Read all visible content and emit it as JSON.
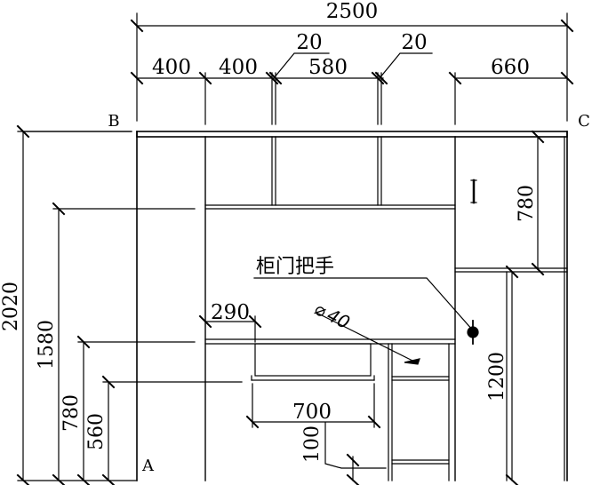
{
  "dimensions": {
    "overall_width": "2500",
    "top_row": [
      "400",
      "400",
      "580",
      "660"
    ],
    "gaps": [
      "20",
      "20"
    ],
    "shelf_depth": "290",
    "desk_opening": "700",
    "kick_height": "100",
    "heights": [
      "2020",
      "1580",
      "780",
      "560"
    ],
    "upper_right": "780",
    "lower_right": "1200",
    "handle_diameter": "40"
  },
  "annotations": {
    "handle_label": "柜门把手",
    "corner_b": "B",
    "corner_c": "C",
    "corner_a": "A",
    "handle_bar": "I"
  }
}
